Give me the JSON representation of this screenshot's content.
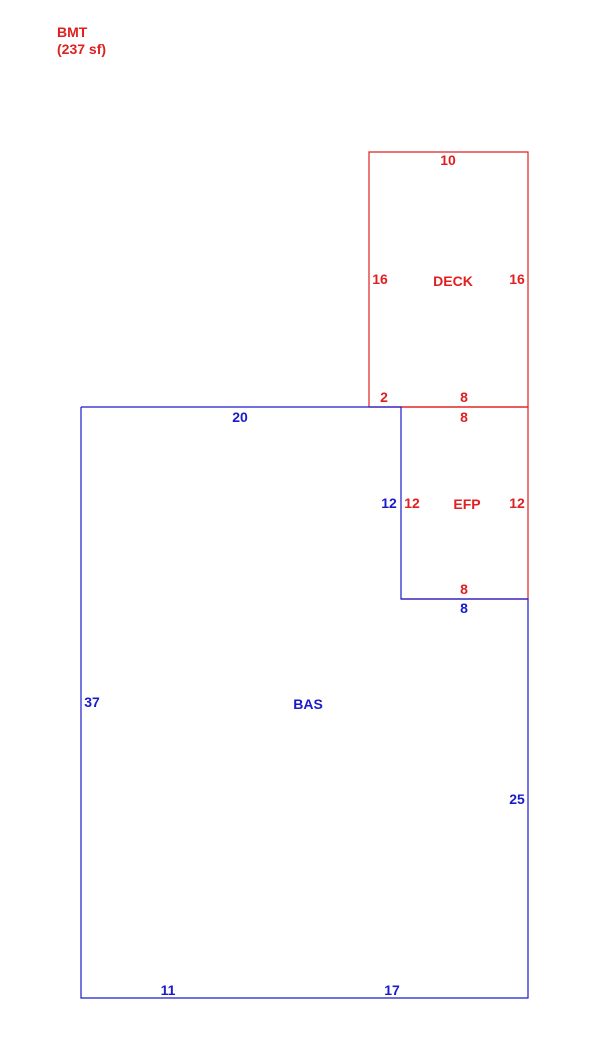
{
  "colors": {
    "red": "#e02020",
    "blue": "#1a1acc"
  },
  "legend": {
    "code": "BMT",
    "area": "(237 sf)"
  },
  "deck": {
    "name": "DECK",
    "top": "10",
    "left": "16",
    "right": "16",
    "bottom_left": "2",
    "bottom_right": "8"
  },
  "efp": {
    "name": "EFP",
    "top": "8",
    "left": "12",
    "right": "12",
    "bottom": "8"
  },
  "bas": {
    "name": "BAS",
    "top": "20",
    "notch_side": "12",
    "notch_bottom": "8",
    "left": "37",
    "right": "25",
    "bottom_left": "11",
    "bottom_right": "17"
  }
}
